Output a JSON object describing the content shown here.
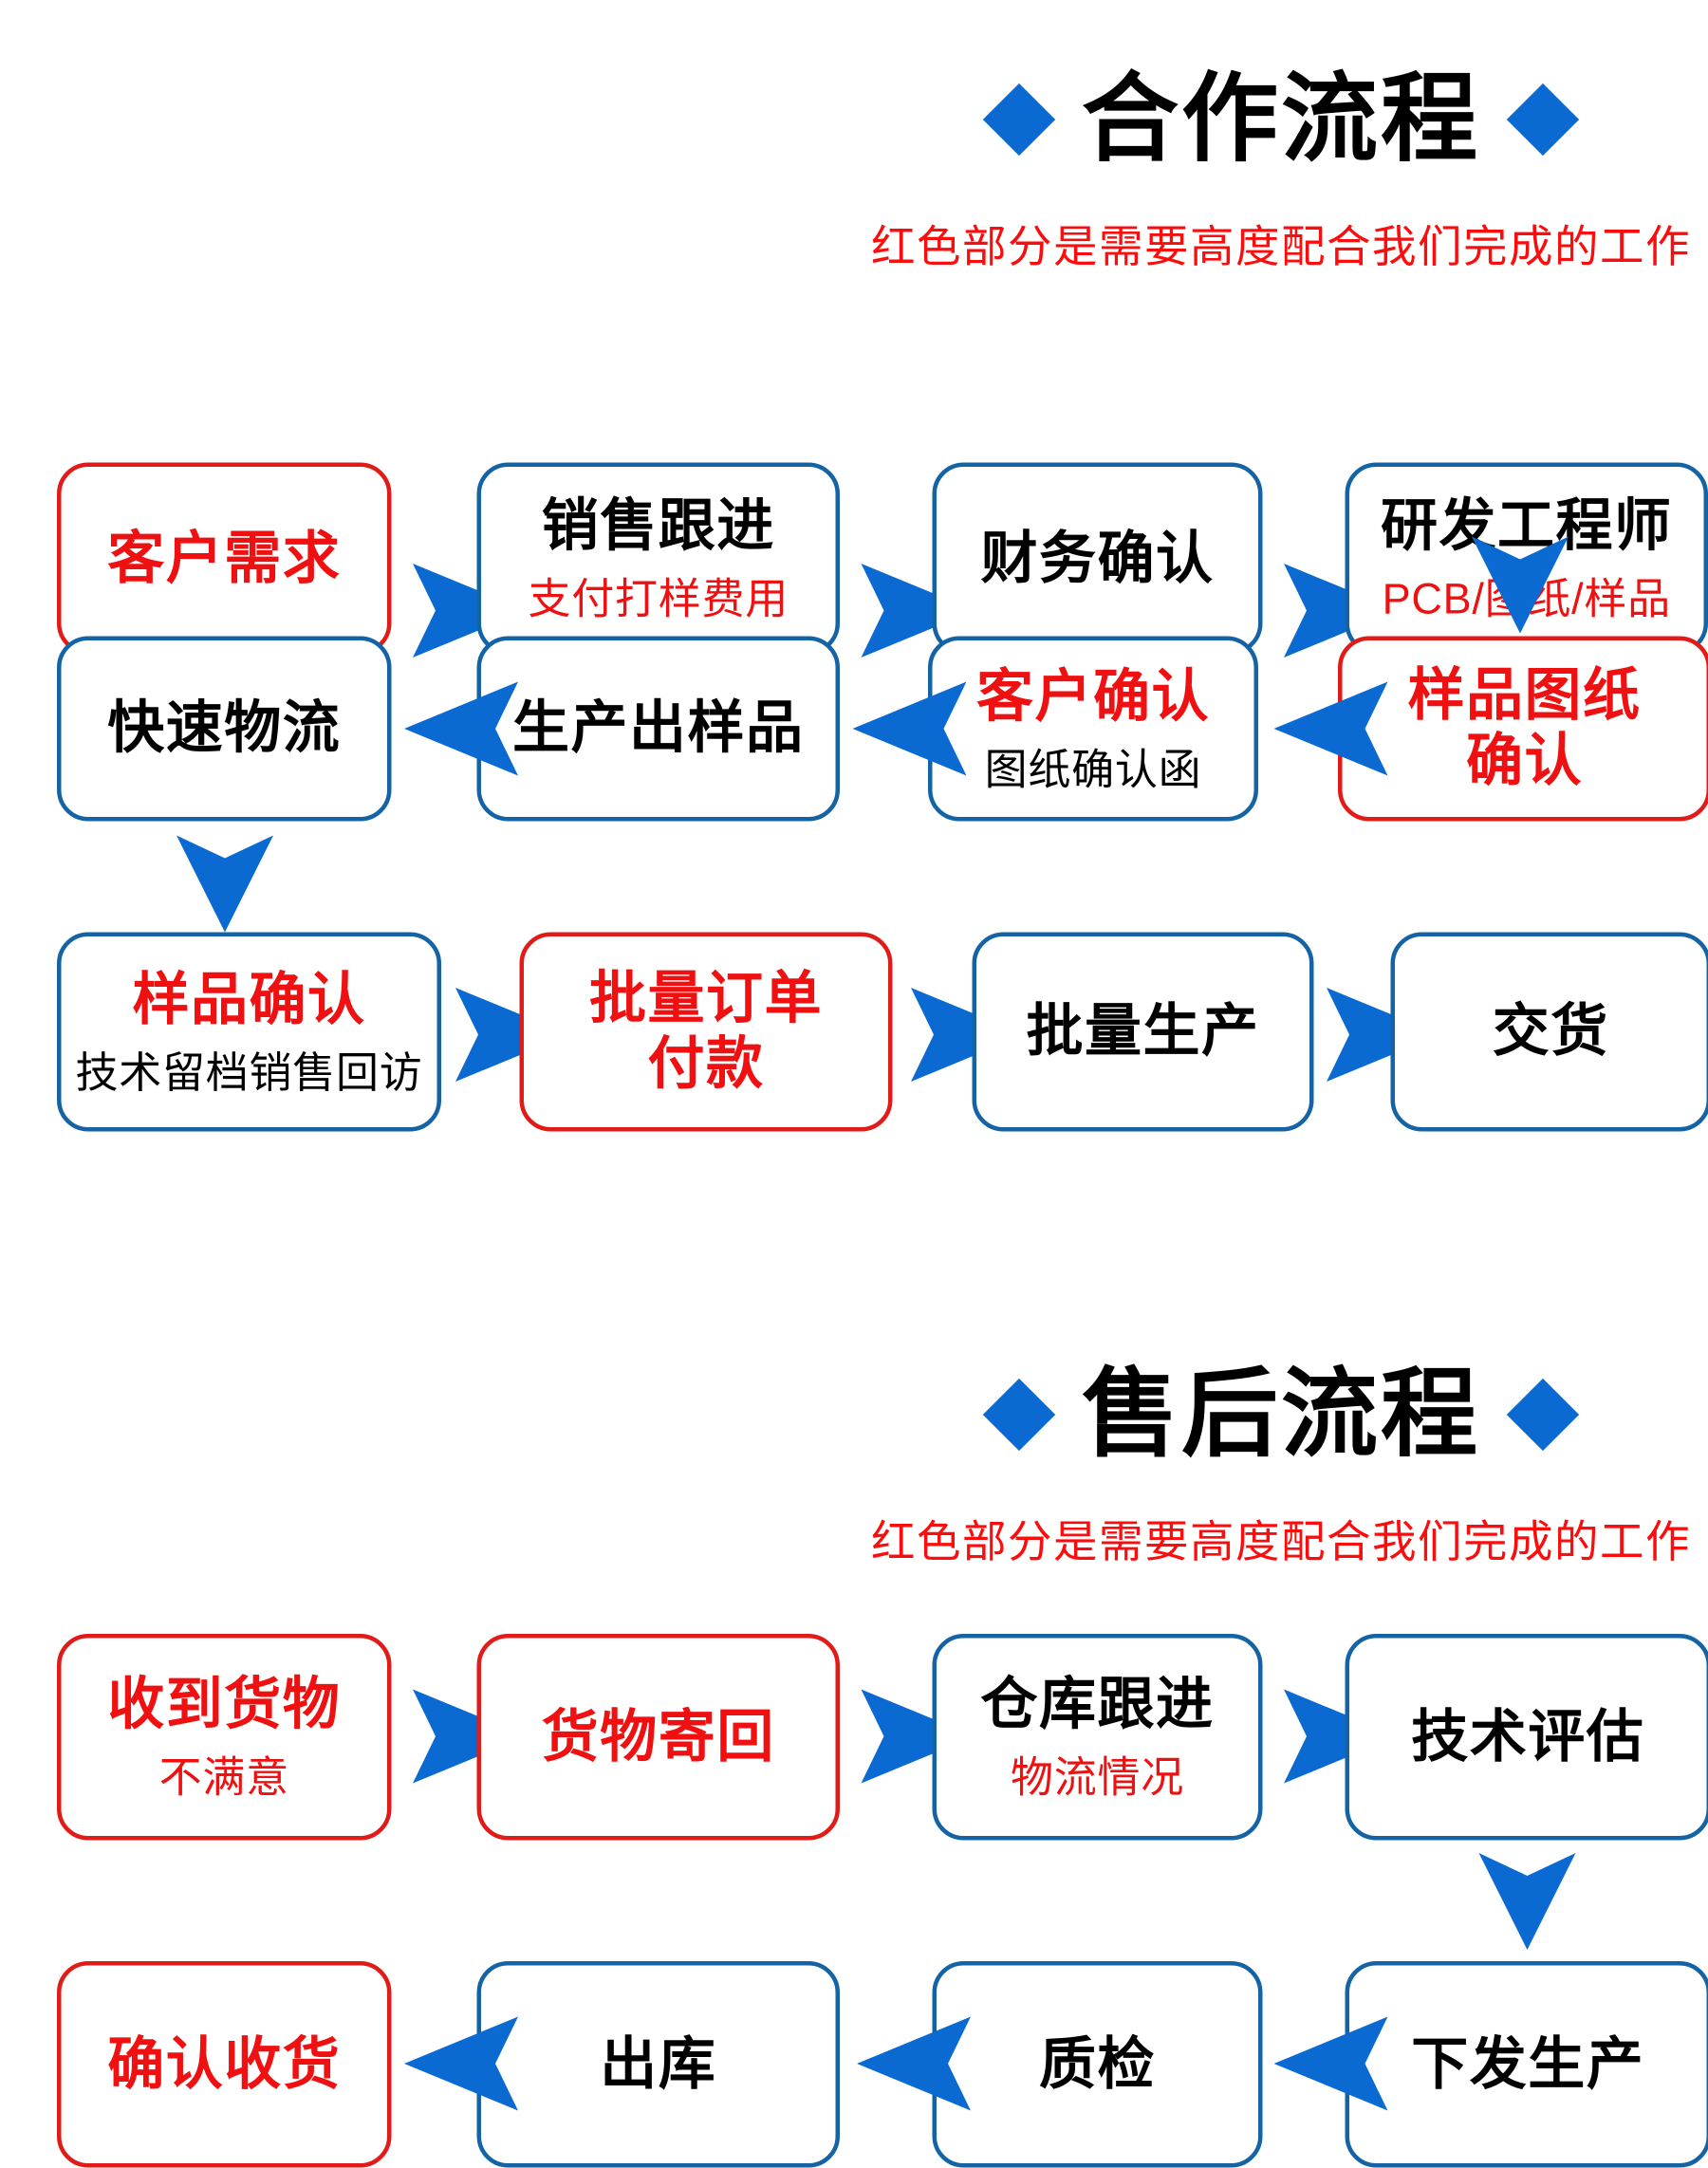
{
  "colors": {
    "blue": "#0a6ad1",
    "box_blue": "#1464a5",
    "red": "#e01b18",
    "red_text": "#ef1111",
    "black": "#000000",
    "background": "#ffffff"
  },
  "sections": [
    {
      "id": "cooperation",
      "title": "合作流程",
      "subtitle": "红色部分是需要高度配合我们完成的工作",
      "boxes": [
        {
          "id": "customer-demand",
          "title": "客户需求",
          "title_color": "red",
          "border": "red",
          "sub": "",
          "sub_color": ""
        },
        {
          "id": "sales-followup",
          "title": "销售跟进",
          "title_color": "black",
          "border": "blue",
          "sub": "支付打样费用",
          "sub_color": "red"
        },
        {
          "id": "finance-confirm",
          "title": "财务确认",
          "title_color": "black",
          "border": "blue",
          "sub": "",
          "sub_color": ""
        },
        {
          "id": "rd-engineer",
          "title": "研发工程师",
          "title_color": "black",
          "border": "blue",
          "sub": "PCB/图纸/样品",
          "sub_color": "red"
        },
        {
          "id": "sample-drawing-confirm",
          "title": "样品图纸\n确认",
          "title_color": "red",
          "border": "red",
          "sub": "",
          "sub_color": ""
        },
        {
          "id": "customer-confirm",
          "title": "客户确认",
          "title_color": "red",
          "border": "blue",
          "sub": "图纸确认函",
          "sub_color": "black"
        },
        {
          "id": "produce-sample",
          "title": "生产出样品",
          "title_color": "black",
          "border": "blue",
          "sub": "",
          "sub_color": ""
        },
        {
          "id": "fast-logistics",
          "title": "快速物流",
          "title_color": "black",
          "border": "blue",
          "sub": "",
          "sub_color": ""
        },
        {
          "id": "sample-confirm",
          "title": "样品确认",
          "title_color": "red",
          "border": "blue",
          "sub": "技术留档销售回访",
          "sub_color": "black"
        },
        {
          "id": "bulk-order-payment",
          "title": "批量订单\n付款",
          "title_color": "red",
          "border": "red",
          "sub": "",
          "sub_color": ""
        },
        {
          "id": "bulk-production",
          "title": "批量生产",
          "title_color": "black",
          "border": "blue",
          "sub": "",
          "sub_color": ""
        },
        {
          "id": "delivery",
          "title": "交货",
          "title_color": "black",
          "border": "blue",
          "sub": "",
          "sub_color": ""
        }
      ]
    },
    {
      "id": "after-sales",
      "title": "售后流程",
      "subtitle": "红色部分是需要高度配合我们完成的工作",
      "boxes": [
        {
          "id": "goods-received",
          "title": "收到货物",
          "title_color": "red",
          "border": "red",
          "sub": "不满意",
          "sub_color": "red"
        },
        {
          "id": "goods-returned",
          "title": "货物寄回",
          "title_color": "red",
          "border": "red",
          "sub": "",
          "sub_color": ""
        },
        {
          "id": "warehouse-follow",
          "title": "仓库跟进",
          "title_color": "black",
          "border": "blue",
          "sub": "物流情况",
          "sub_color": "red"
        },
        {
          "id": "tech-evaluation",
          "title": "技术评估",
          "title_color": "black",
          "border": "blue",
          "sub": "",
          "sub_color": ""
        },
        {
          "id": "issue-production",
          "title": "下发生产",
          "title_color": "black",
          "border": "blue",
          "sub": "",
          "sub_color": ""
        },
        {
          "id": "quality-check",
          "title": "质检",
          "title_color": "black",
          "border": "blue",
          "sub": "",
          "sub_color": ""
        },
        {
          "id": "outbound",
          "title": "出库",
          "title_color": "black",
          "border": "blue",
          "sub": "",
          "sub_color": ""
        },
        {
          "id": "confirm-receipt",
          "title": "确认收货",
          "title_color": "red",
          "border": "red",
          "sub": "",
          "sub_color": ""
        }
      ]
    }
  ],
  "flow_arrows": {
    "cooperation": [
      {
        "id": "a1",
        "direction": "right"
      },
      {
        "id": "a2",
        "direction": "right"
      },
      {
        "id": "a3",
        "direction": "right"
      },
      {
        "id": "a4",
        "direction": "down"
      },
      {
        "id": "a5",
        "direction": "left"
      },
      {
        "id": "a6",
        "direction": "left"
      },
      {
        "id": "a7",
        "direction": "left"
      },
      {
        "id": "a8",
        "direction": "down"
      },
      {
        "id": "a9",
        "direction": "right"
      },
      {
        "id": "a10",
        "direction": "right"
      },
      {
        "id": "a11",
        "direction": "right"
      }
    ],
    "after_sales": [
      {
        "id": "b1",
        "direction": "right"
      },
      {
        "id": "b2",
        "direction": "right"
      },
      {
        "id": "b3",
        "direction": "right"
      },
      {
        "id": "b4",
        "direction": "down"
      },
      {
        "id": "b5",
        "direction": "left"
      },
      {
        "id": "b6",
        "direction": "left"
      },
      {
        "id": "b7",
        "direction": "left"
      }
    ]
  }
}
